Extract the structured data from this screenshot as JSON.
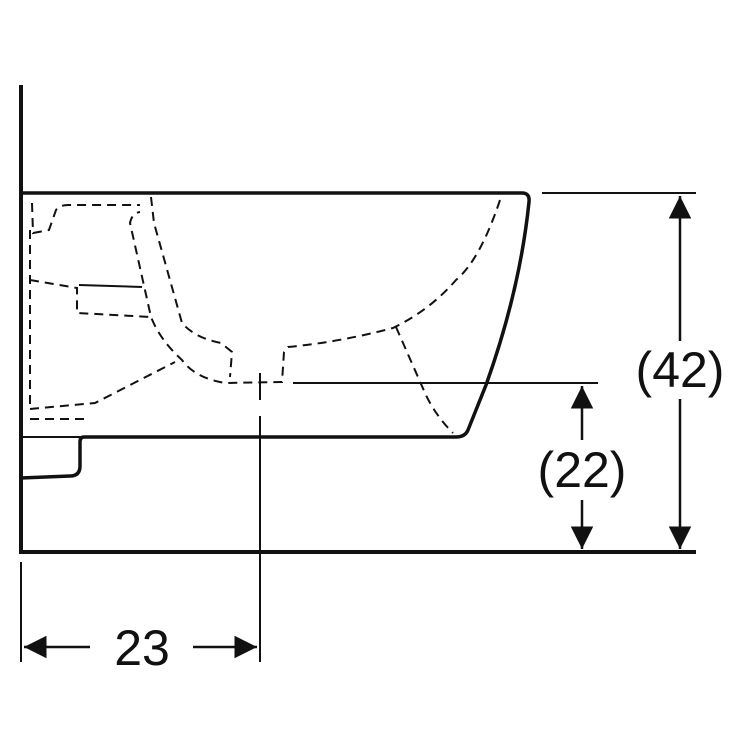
{
  "diagram": {
    "type": "technical side-view drawing of wall-hung toilet",
    "dimensions": {
      "total_height": "(42)",
      "outlet_height": "(22)",
      "outlet_from_wall": "23"
    },
    "colors": {
      "line": "#111111",
      "background": "#ffffff"
    }
  }
}
